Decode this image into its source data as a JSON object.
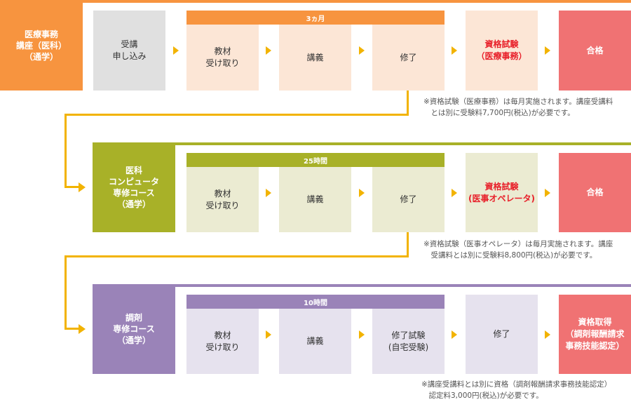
{
  "colors": {
    "medical_office": "#f7943f",
    "medical_computer": "#a8b128",
    "dispensing": "#9a83b8",
    "connector": "#f2b300",
    "pass_box": "#f07273",
    "exam_text": "#e8202a"
  },
  "rows": [
    {
      "course": "医療事務\n講座（医科）\n（通学）",
      "steps": [
        "受講\n申し込み",
        "教材\n受け取り",
        "講義",
        "修了"
      ],
      "duration": "3ヵ月",
      "exam": "資格試験\n（医療事務）",
      "result": "合格",
      "note": "※資格試験（医療事務）は毎月実施されます。講座受講料\n　とは別に受験料7,700円(税込)が必要です。"
    },
    {
      "course": "医科\nコンピュータ\n専修コース\n（通学）",
      "steps": [
        "教材\n受け取り",
        "講義",
        "修了"
      ],
      "duration": "25時間",
      "exam": "資格試験\n(医事オペレータ)",
      "result": "合格",
      "note": "※資格試験（医事オペレータ）は毎月実施されます。講座\n　受講料とは別に受験料8,800円(税込)が必要です。"
    },
    {
      "course": "調剤\n専修コース\n（通学）",
      "steps": [
        "教材\n受け取り",
        "講義",
        "修了試験\n(自宅受験)"
      ],
      "duration": "10時間",
      "completion": "修了",
      "result": "資格取得\n（調剤報酬請求\n事務技能認定）",
      "note": "※講座受講料とは別に資格（調剤報酬請求事務技能認定）\n　認定料3,000円(税込)が必要です。"
    }
  ]
}
